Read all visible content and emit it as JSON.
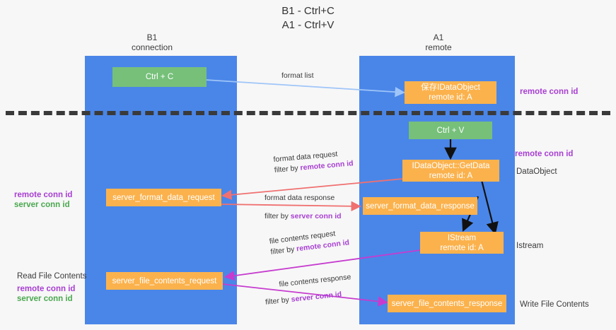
{
  "title": "B1 - Ctrl+C\nA1 - Ctrl+V",
  "columns": {
    "left": "B1\nconnection",
    "right": "A1\nremote"
  },
  "nodes": {
    "ctrl_c": "Ctrl + C",
    "save_idataobject": "保存IDataObject\nremote id: A",
    "ctrl_v": "Ctrl + V",
    "getdata": "IDataObject::GetData\nremote id: A",
    "server_format_data_request": "server_format_data_request",
    "server_format_data_response": "server_format_data_response",
    "istream": "IStream\nremote id: A",
    "server_file_contents_request": "server_file_contents_request",
    "server_file_contents_response": "server_file_contents_response"
  },
  "edges": {
    "format_list": "format list",
    "format_data_request": "format data request",
    "format_data_request_filter_prefix": "filter by ",
    "format_data_request_filter_key": "remote conn id",
    "format_data_response": "format data response",
    "format_data_response_filter_prefix": "filter by ",
    "format_data_response_filter_key": "server conn id",
    "file_contents_request": "file contents request",
    "file_contents_request_filter_prefix": "filter by ",
    "file_contents_request_filter_key": "remote conn id",
    "file_contents_response": "file contents response",
    "file_contents_response_filter_prefix": "filter by ",
    "file_contents_response_filter_key": "server conn id"
  },
  "annotations": {
    "right_remote_conn_id_top": "remote conn id",
    "right_remote_conn_id_mid": "remote conn id",
    "right_dataobject": "DataObject",
    "right_istream": "Istream",
    "right_write_file_contents": "Write File Contents",
    "left_remote_conn_id": "remote conn id",
    "left_server_conn_id": "server conn id",
    "left_read_file_contents": "Read File Contents",
    "left_remote_conn_id_2": "remote conn id",
    "left_server_conn_id_2": "server conn id"
  },
  "colors": {
    "lane": "#4a86e8",
    "node_green": "#76c07a",
    "node_orange": "#fbb24d",
    "accent_purple": "#a83fd2",
    "accent_green": "#4aa84f",
    "arrow_light_blue": "#9fc5f8",
    "arrow_red": "#f07070",
    "arrow_magenta": "#c63ccf",
    "arrow_black": "#000000",
    "divider": "#3a3a3a",
    "background": "#f7f7f7"
  }
}
